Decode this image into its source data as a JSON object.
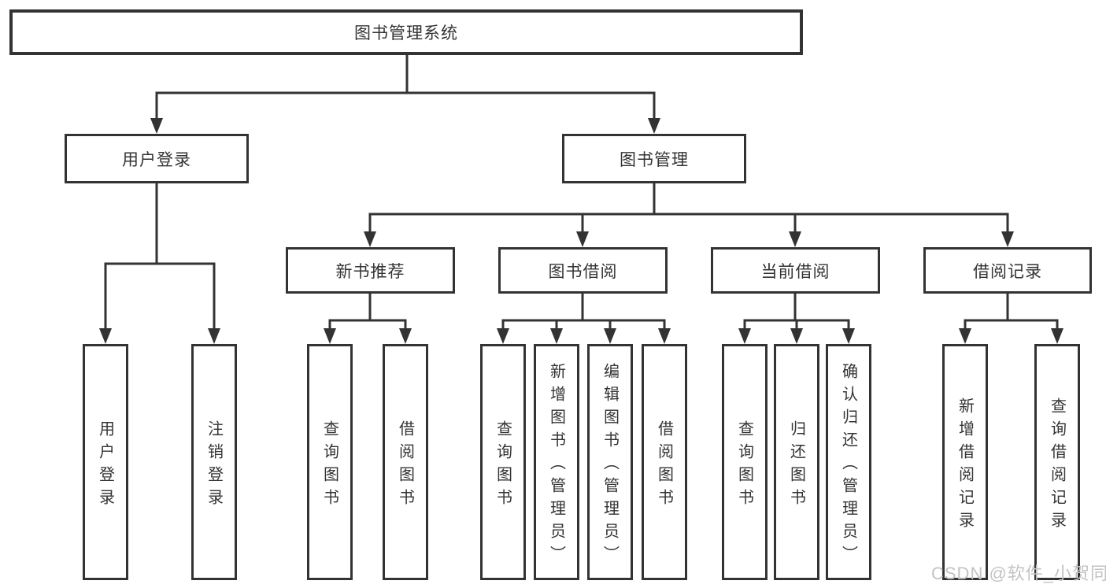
{
  "tree": {
    "root": "图书管理系统",
    "children": [
      {
        "label": "用户登录",
        "children": [
          "用户登录",
          "注销登录"
        ]
      },
      {
        "label": "图书管理",
        "children": [
          {
            "label": "新书推荐",
            "children": [
              "查询图书",
              "借阅图书"
            ]
          },
          {
            "label": "图书借阅",
            "children": [
              "查询图书",
              "新增图书（管理员）",
              "编辑图书（管理员）",
              "借阅图书"
            ]
          },
          {
            "label": "当前借阅",
            "children": [
              "查询图书",
              "归还图书",
              "确认归还（管理员）"
            ]
          },
          {
            "label": "借阅记录",
            "children": [
              "新增借阅记录",
              "查询借阅记录"
            ]
          }
        ]
      }
    ]
  },
  "watermark": "CSDN @软件_小贺同学",
  "colors": {
    "line": "#333333",
    "text": "#333333",
    "box_background": "#ffffff",
    "page_background": "#ffffff",
    "watermark": "#c3c3c3"
  }
}
